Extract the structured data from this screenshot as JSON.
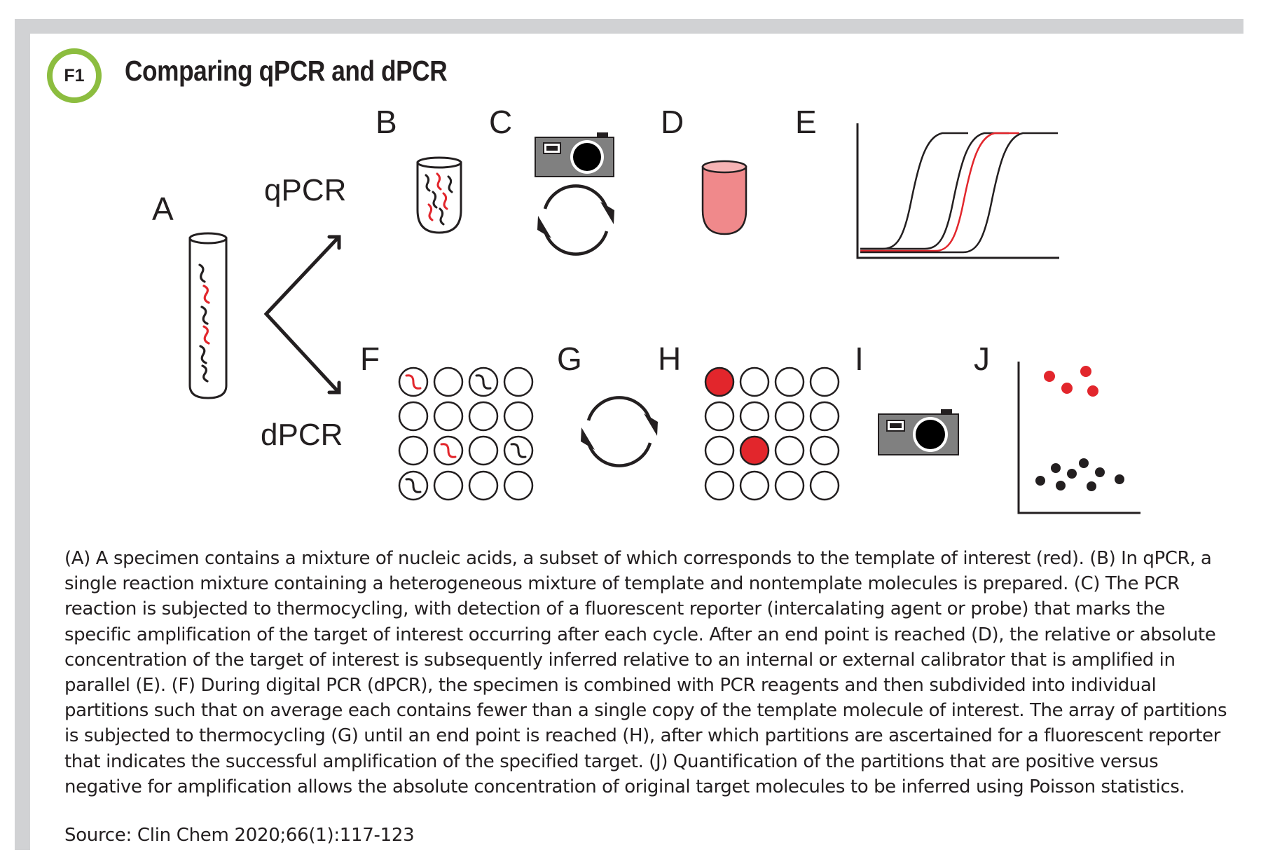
{
  "figure": {
    "badge": "F1",
    "title": "Comparing qPCR and dPCR"
  },
  "labels": {
    "a": "A",
    "b": "B",
    "c": "C",
    "d": "D",
    "e": "E",
    "f": "F",
    "g": "G",
    "h": "H",
    "i": "I",
    "j": "J",
    "qpcr": "qPCR",
    "dpcr": "dPCR"
  },
  "colors": {
    "frame": "#d1d2d4",
    "badge_ring": "#8cbd3f",
    "template_red": "#e2262c",
    "tube_fill_d": "#f0898b",
    "ink": "#231f20"
  },
  "caption_lines": [
    "(A) A specimen contains a mixture of nucleic acids, a subset of which corresponds to the template of interest (red). (B) In qPCR, a",
    "single reaction mixture containing a heterogeneous mixture of template and nontemplate molecules is prepared. (C) The PCR",
    "reaction is subjected to thermocycling, with detection of a fluorescent reporter (intercalating agent or probe) that marks the",
    "specific amplification of the target of interest occurring after each cycle. After an end point is reached (D), the relative or absolute",
    "concentration of the target of interest is subsequently inferred relative to an internal or external calibrator that is amplified in",
    "parallel (E). (F) During digital PCR (dPCR), the specimen is combined with PCR reagents and then subdivided into individual",
    "partitions such that on average each contains fewer than a single copy of the template molecule of interest. The array of partitions",
    "is subjected to thermocycling (G) until an end point is reached (H), after which partitions are ascertained for a fluorescent reporter",
    "that indicates the successful amplification of the specified target. (J) Quantification of the partitions that are positive versus",
    "negative for amplification allows the absolute concentration of original target molecules to be inferred using Poisson statistics."
  ],
  "source": "Source: Clin Chem 2020;66(1):117-123"
}
